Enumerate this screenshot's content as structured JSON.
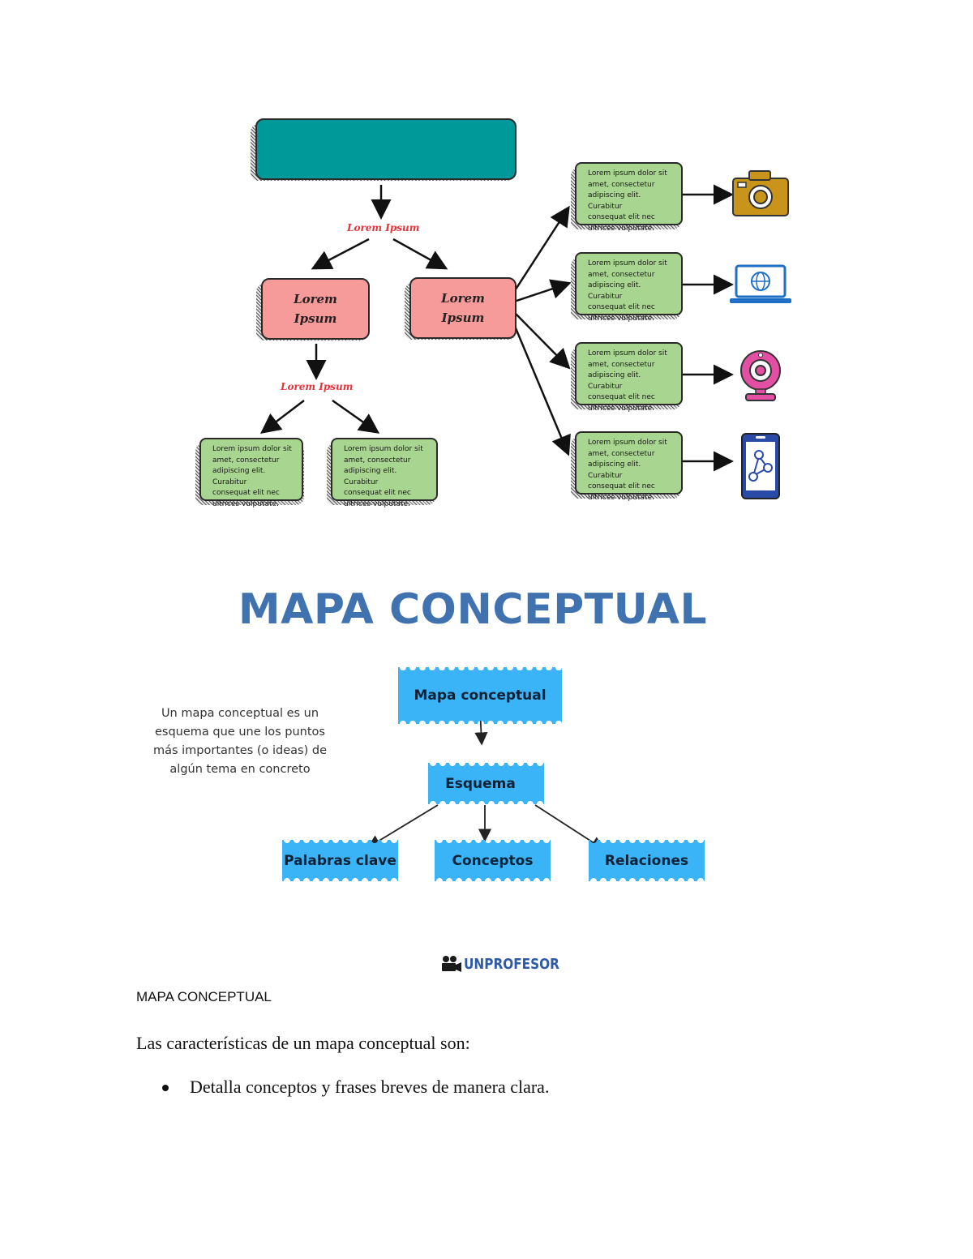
{
  "upper_diagram": {
    "connector_label_1": "Lorem Ipsum",
    "connector_label_2": "Lorem Ipsum",
    "pink_boxes": [
      {
        "line1": "Lorem",
        "line2": "Ipsum"
      },
      {
        "line1": "Lorem",
        "line2": "Ipsum"
      }
    ],
    "green_boxes_bottom": [
      [
        "Lorem ipsum dolor sit",
        "amet, consectetur",
        "adipiscing elit. Curabitur",
        "consequat elit nec",
        "ultrices vulputate."
      ],
      [
        "Lorem ipsum dolor sit",
        "amet, consectetur",
        "adipiscing elit. Curabitur",
        "consequat elit nec",
        "ultrices vulputate."
      ]
    ],
    "green_boxes_right": [
      [
        "Lorem ipsum dolor sit",
        "amet, consectetur",
        "adipiscing elit. Curabitur",
        "consequat elit nec",
        "ultrices vulputate."
      ],
      [
        "Lorem ipsum dolor sit",
        "amet, consectetur",
        "adipiscing elit. Curabitur",
        "consequat elit nec",
        "ultrices vulputate."
      ],
      [
        "Lorem ipsum dolor sit",
        "amet, consectetur",
        "adipiscing elit. Curabitur",
        "consequat elit nec",
        "ultrices vulputate."
      ],
      [
        "Lorem ipsum dolor sit",
        "amet, consectetur",
        "adipiscing elit. Curabitur",
        "consequat elit nec",
        "ultrices vulputate."
      ]
    ],
    "icons": [
      "camera-icon",
      "laptop-globe-icon",
      "webcam-icon",
      "smartphone-share-icon"
    ],
    "colors": {
      "teal": "#00999a",
      "pink": "#f79a9a",
      "green": "#a8d58f",
      "label_red": "#e8323a"
    }
  },
  "lower_diagram": {
    "title": "MAPA CONCEPTUAL",
    "description": [
      "Un mapa conceptual es un",
      "esquema que une los puntos",
      "más importantes (o ideas) de",
      "algún tema en concreto"
    ],
    "node_root": "Mapa conceptual",
    "node_mid": "Esquema",
    "node_children": [
      "Palabras clave",
      "Conceptos",
      "Relaciones"
    ],
    "logo_text": "UNPROFESOR",
    "colors": {
      "title": "#3f72af",
      "box": "#3bb3f7"
    }
  },
  "document": {
    "heading": "MAPA CONCEPTUAL",
    "intro": "Las características de un mapa conceptual son:",
    "bullets": [
      "Detalla conceptos y frases breves de manera clara."
    ]
  }
}
